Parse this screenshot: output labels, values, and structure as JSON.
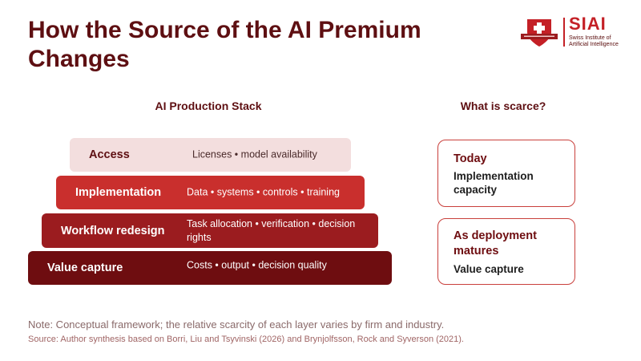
{
  "title": "How the Source of the AI Premium Changes",
  "logo": {
    "wordmark": "SIAI",
    "subtitle": "Swiss Institute of Artificial Intelligence",
    "brand_color": "#c42026"
  },
  "stack": {
    "heading": "AI Production Stack",
    "layers": [
      {
        "name": "Access",
        "description": "Licenses • model availability",
        "color": "#f3dede"
      },
      {
        "name": "Implementation",
        "description": "Data • systems • controls • training",
        "color": "#c92f2d"
      },
      {
        "name": "Workflow redesign",
        "description": "Task allocation • verification • decision rights",
        "color": "#9b1c1f"
      },
      {
        "name": "Value capture",
        "description": "Costs • output • decision quality",
        "color": "#6e0d10"
      }
    ]
  },
  "scarcity": {
    "heading": "What is scarce?",
    "cards": [
      {
        "title": "Today",
        "value": "Implementation capacity"
      },
      {
        "title": "As deployment matures",
        "value": "Value capture"
      }
    ]
  },
  "footer": {
    "note": "Note: Conceptual framework; the relative scarcity of each layer varies by firm and industry.",
    "source": "Source: Author synthesis based on Borri, Liu and Tsyvinski (2026) and Brynjolfsson, Rock and Syverson (2021)."
  }
}
